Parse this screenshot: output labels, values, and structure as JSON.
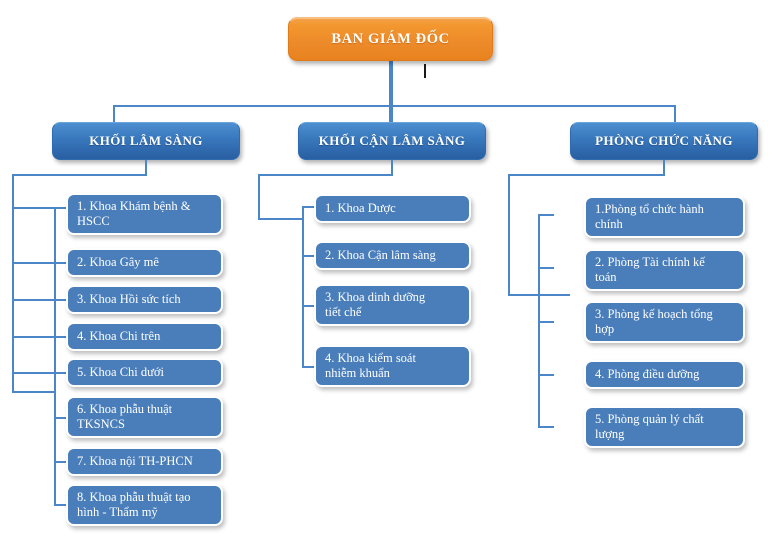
{
  "chart_data": {
    "type": "diagram",
    "title": "BAN GIÁM ĐỐC",
    "diagram_kind": "organizational-hierarchy",
    "levels": 3,
    "node_count": 21
  },
  "colors": {
    "root_fill": "#ED8B2A",
    "level2_fill": "#3C7CC0",
    "level3_fill": "#4A7EBB",
    "connector": "#4A86C8",
    "text": "#FFFFFF",
    "background": "#FFFFFF"
  },
  "root": {
    "label": "BAN GIÁM ĐỐC"
  },
  "branches": [
    {
      "id": "khoi-lam-sang",
      "label": "KHỐI LÂM SÀNG",
      "children": [
        {
          "id": "lam-sang-1",
          "lines": [
            "1. Khoa Khám bệnh &",
            "HSCC"
          ]
        },
        {
          "id": "lam-sang-2",
          "lines": [
            "2. Khoa Gây mê"
          ]
        },
        {
          "id": "lam-sang-3",
          "lines": [
            "3. Khoa Hồi sức tích"
          ]
        },
        {
          "id": "lam-sang-4",
          "lines": [
            "4. Khoa Chi trên"
          ]
        },
        {
          "id": "lam-sang-5",
          "lines": [
            "5. Khoa Chi dưới"
          ]
        },
        {
          "id": "lam-sang-6",
          "lines": [
            "6. Khoa phẫu thuật",
            "TKSNCS"
          ]
        },
        {
          "id": "lam-sang-7",
          "lines": [
            "7. Khoa nội TH-PHCN"
          ]
        },
        {
          "id": "lam-sang-8",
          "lines": [
            "8. Khoa phẫu thuật tạo",
            "hình - Thẩm mỹ"
          ]
        }
      ]
    },
    {
      "id": "khoi-can-lam-sang",
      "label": "KHỐI CẬN LÂM SÀNG",
      "children": [
        {
          "id": "can-lam-sang-1",
          "lines": [
            "1. Khoa Dược"
          ]
        },
        {
          "id": "can-lam-sang-2",
          "lines": [
            "2. Khoa Cận lâm sàng"
          ]
        },
        {
          "id": "can-lam-sang-3",
          "lines": [
            "3. Khoa dinh dưỡng",
            "tiết chế"
          ]
        },
        {
          "id": "can-lam-sang-4",
          "lines": [
            "4. Khoa kiểm soát",
            "nhiễm khuẩn"
          ]
        }
      ]
    },
    {
      "id": "phong-chuc-nang",
      "label": "PHÒNG CHỨC NĂNG",
      "children": [
        {
          "id": "chuc-nang-1",
          "lines": [
            "1.Phòng tổ chức hành",
            "chính"
          ]
        },
        {
          "id": "chuc-nang-2",
          "lines": [
            "2. Phòng Tài chính kế",
            "toán"
          ]
        },
        {
          "id": "chuc-nang-3",
          "lines": [
            "3. Phòng kế hoạch tổng",
            "hợp"
          ]
        },
        {
          "id": "chuc-nang-4",
          "lines": [
            "4. Phòng điều dưỡng"
          ]
        },
        {
          "id": "chuc-nang-5",
          "lines": [
            "5. Phòng quản lý chất",
            "lượng"
          ]
        }
      ]
    }
  ]
}
